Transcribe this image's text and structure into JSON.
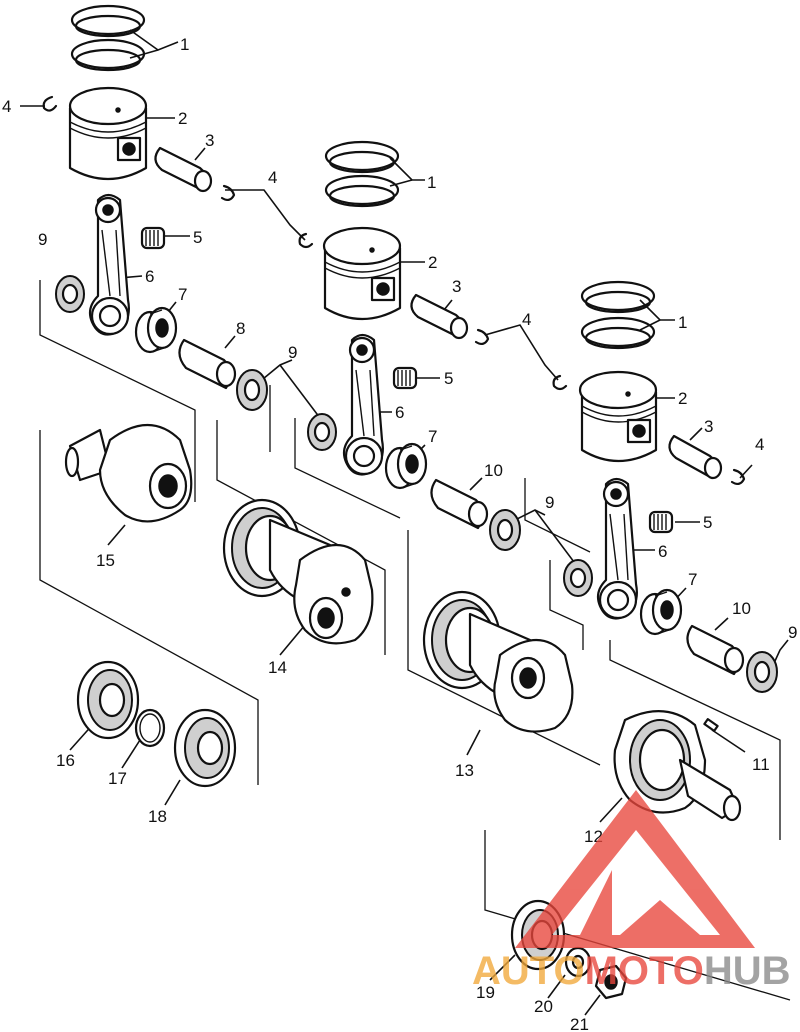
{
  "callouts": [
    {
      "id": "c1a",
      "text": "1"
    },
    {
      "id": "c1b",
      "text": "1"
    },
    {
      "id": "c1c",
      "text": "1"
    },
    {
      "id": "c2a",
      "text": "2"
    },
    {
      "id": "c2b",
      "text": "2"
    },
    {
      "id": "c2c",
      "text": "2"
    },
    {
      "id": "c3a",
      "text": "3"
    },
    {
      "id": "c3b",
      "text": "3"
    },
    {
      "id": "c3c",
      "text": "3"
    },
    {
      "id": "c4a",
      "text": "4"
    },
    {
      "id": "c4b",
      "text": "4"
    },
    {
      "id": "c4c",
      "text": "4"
    },
    {
      "id": "c4d",
      "text": "4"
    },
    {
      "id": "c5a",
      "text": "5"
    },
    {
      "id": "c5b",
      "text": "5"
    },
    {
      "id": "c5c",
      "text": "5"
    },
    {
      "id": "c6a",
      "text": "6"
    },
    {
      "id": "c6b",
      "text": "6"
    },
    {
      "id": "c6c",
      "text": "6"
    },
    {
      "id": "c7a",
      "text": "7"
    },
    {
      "id": "c7b",
      "text": "7"
    },
    {
      "id": "c7c",
      "text": "7"
    },
    {
      "id": "c8",
      "text": "8"
    },
    {
      "id": "c9a",
      "text": "9"
    },
    {
      "id": "c9b",
      "text": "9"
    },
    {
      "id": "c9c",
      "text": "9"
    },
    {
      "id": "c9d",
      "text": "9"
    },
    {
      "id": "c10a",
      "text": "10"
    },
    {
      "id": "c10b",
      "text": "10"
    },
    {
      "id": "c11",
      "text": "11"
    },
    {
      "id": "c12",
      "text": "12"
    },
    {
      "id": "c13",
      "text": "13"
    },
    {
      "id": "c14",
      "text": "14"
    },
    {
      "id": "c15",
      "text": "15"
    },
    {
      "id": "c16",
      "text": "16"
    },
    {
      "id": "c17",
      "text": "17"
    },
    {
      "id": "c18",
      "text": "18"
    },
    {
      "id": "c19",
      "text": "19"
    },
    {
      "id": "c20",
      "text": "20"
    },
    {
      "id": "c21",
      "text": "21"
    }
  ],
  "watermark": {
    "part1": "AUTO",
    "part2": "MOTO",
    "part3": "HUB",
    "color_red": "#e8463c",
    "color_orange": "#f2a93b",
    "color_gray": "#8a8a8a"
  }
}
